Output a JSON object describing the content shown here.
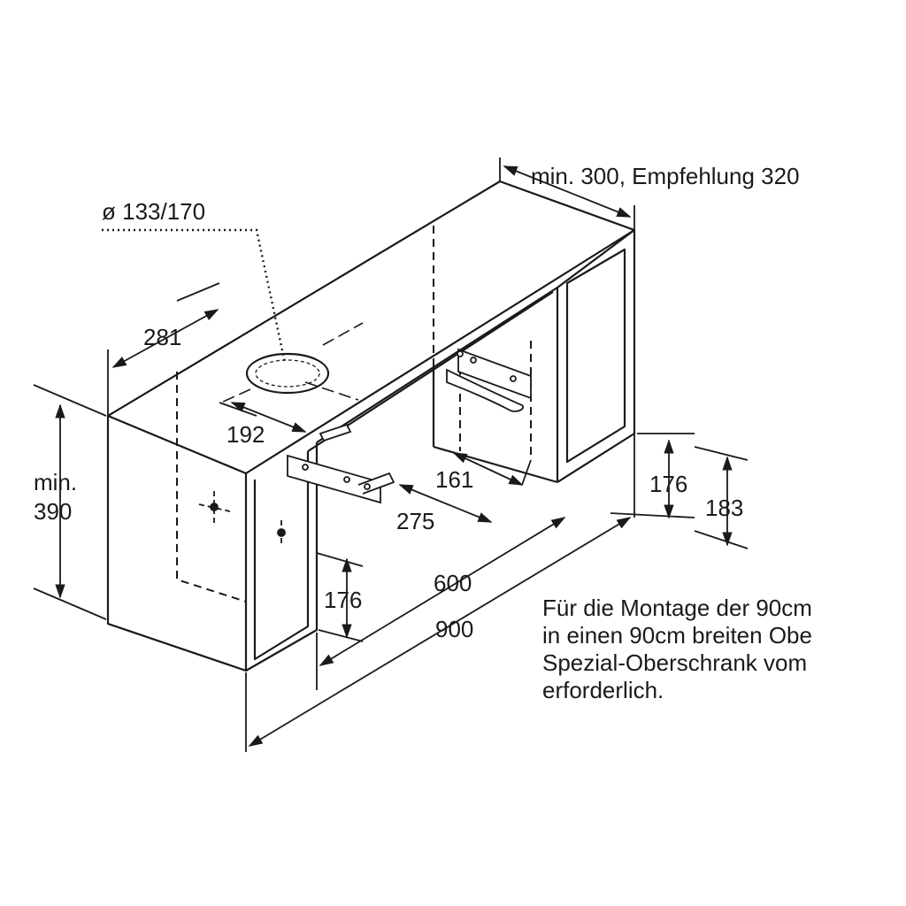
{
  "diagram": {
    "labels": {
      "duct_diameter": "ø 133/170",
      "depth_top": "min. 300, Empfehlung 320",
      "left_281": "281",
      "left_192": "192",
      "dim_161": "161",
      "dim_275": "275",
      "height_min": "min.",
      "height_390": "390",
      "dim_176_left": "176",
      "dim_176_right": "176",
      "dim_183": "183",
      "width_600": "600",
      "width_900": "900"
    },
    "note_lines": [
      "Für die Montage der 90cm",
      "in einen 90cm breiten Obe",
      "Spezial-Oberschrank vom",
      "erforderlich."
    ]
  }
}
